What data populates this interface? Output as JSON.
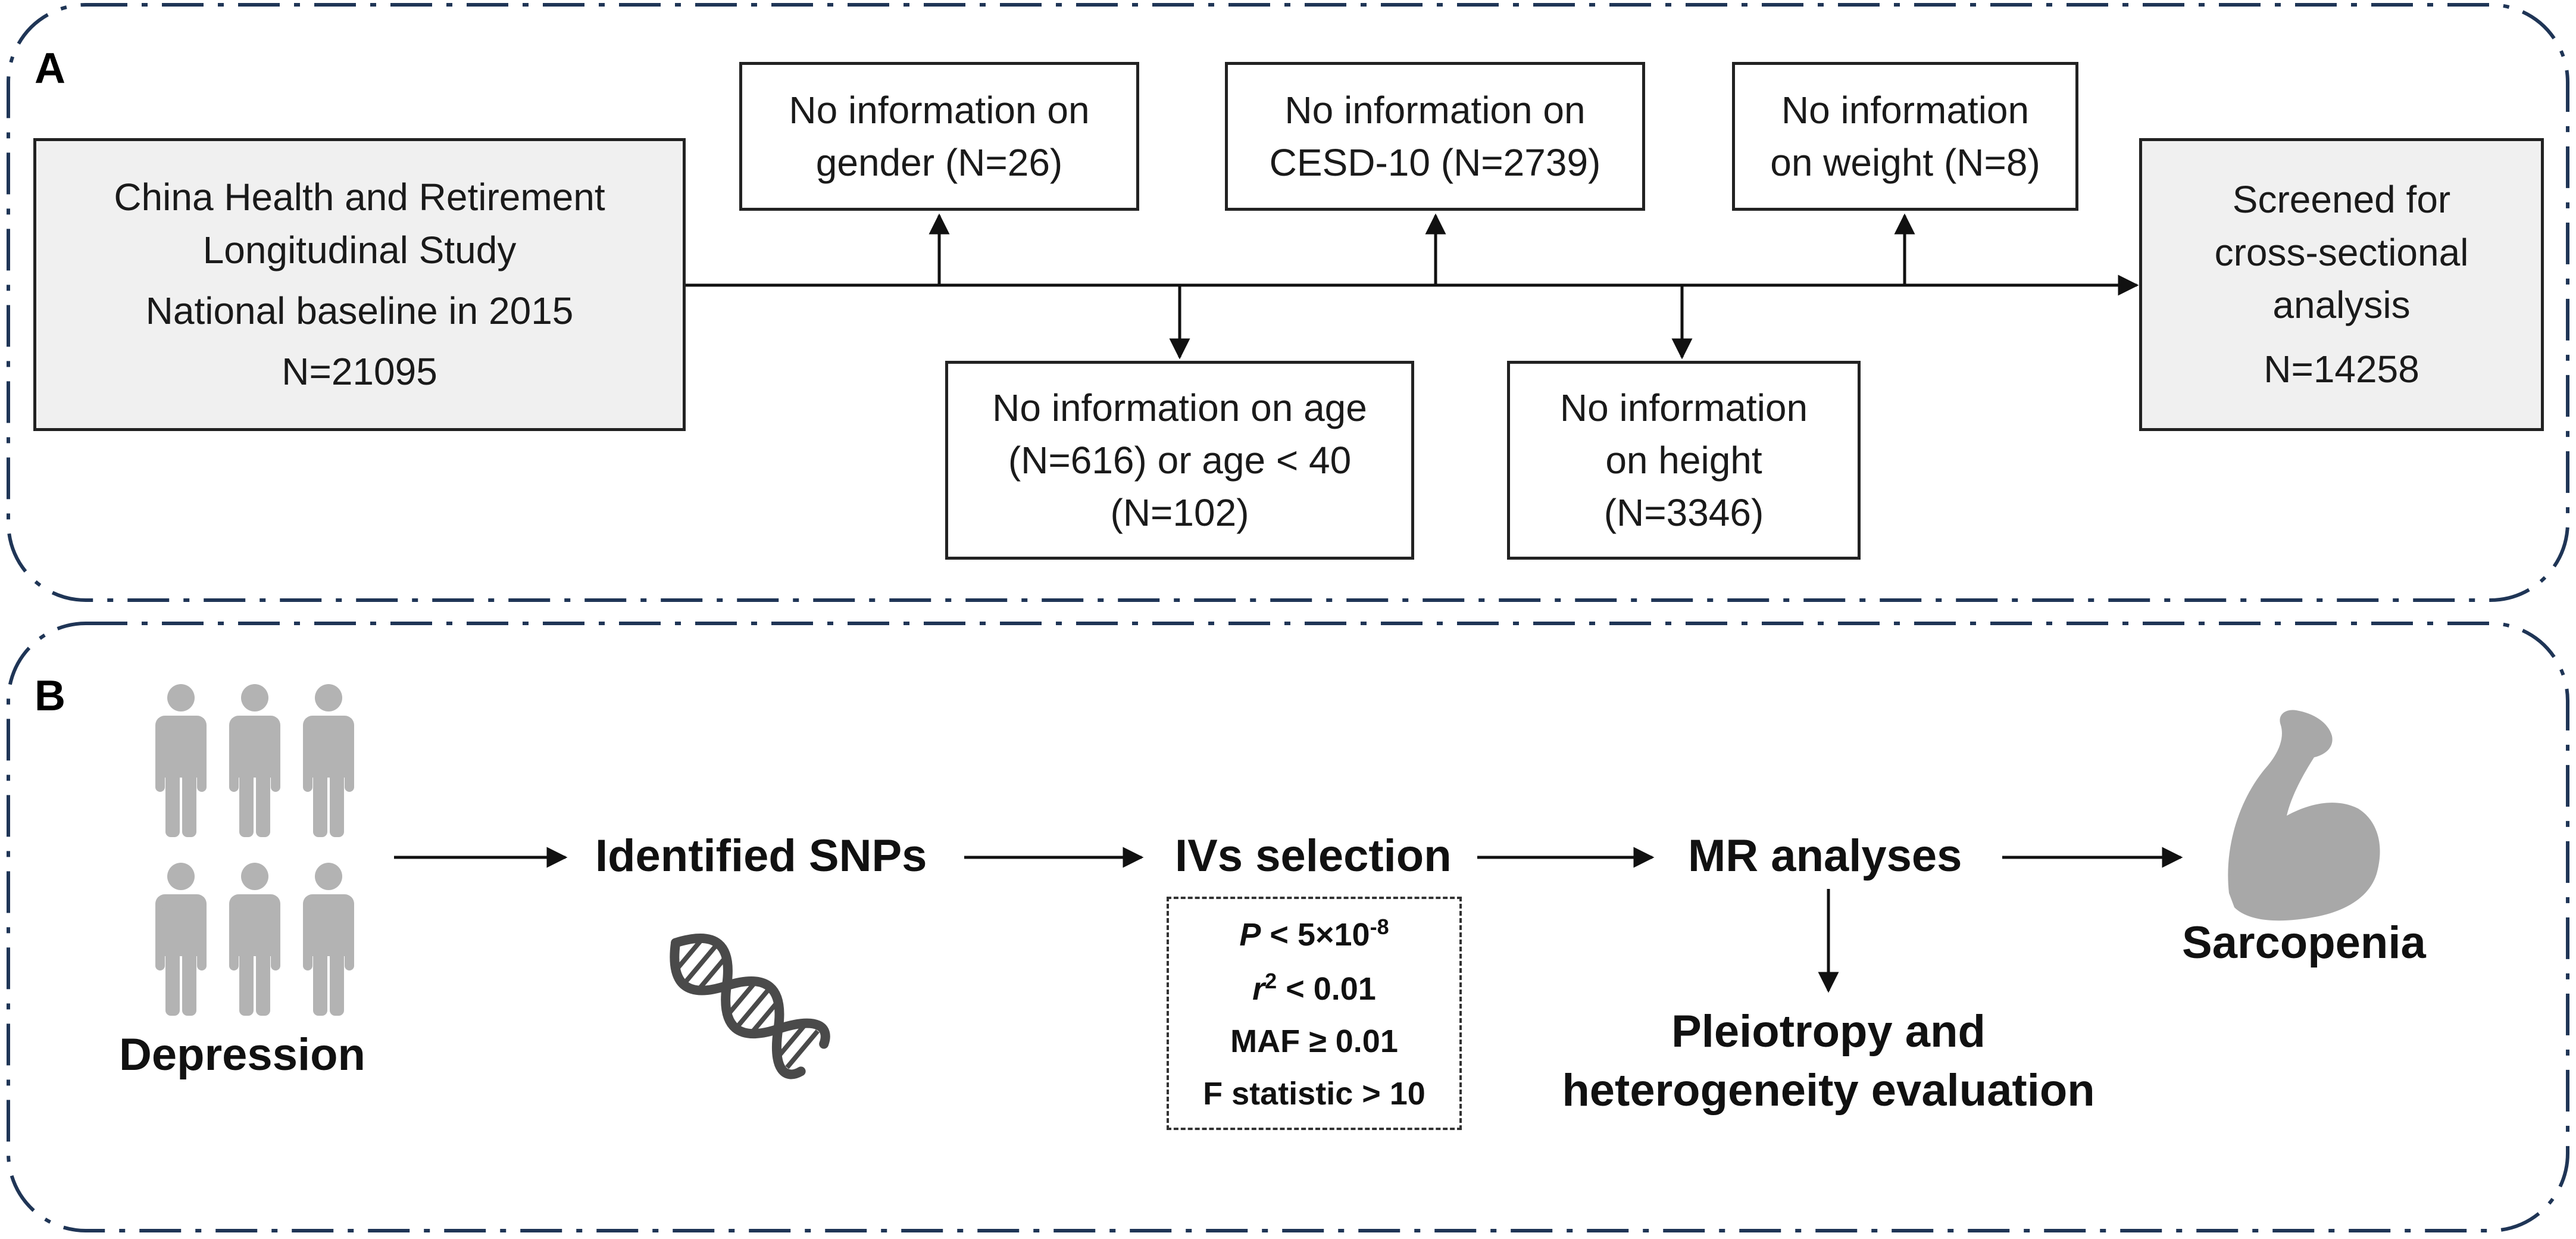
{
  "panel_a": {
    "label": "A",
    "source": {
      "line1": "China Health and Retirement",
      "line2": "Longitudinal Study",
      "line3": "National baseline in 2015",
      "line4": "N=21095"
    },
    "excl_gender": {
      "line1": "No information on",
      "line2": "gender (N=26)"
    },
    "excl_cesd": {
      "line1": "No information on",
      "line2": "CESD-10 (N=2739)"
    },
    "excl_weight": {
      "line1": "No information",
      "line2": "on weight (N=8)"
    },
    "excl_age": {
      "line1": "No information on age",
      "line2": "(N=616) or age < 40",
      "line3": "(N=102)"
    },
    "excl_height": {
      "line1": "No information",
      "line2": "on height",
      "line3": "(N=3346)"
    },
    "final": {
      "line1": "Screened for",
      "line2": "cross-sectional",
      "line3": "analysis",
      "line4": "N=14258"
    }
  },
  "panel_b": {
    "label": "B",
    "exposure": "Depression",
    "snps": "Identified SNPs",
    "iv_selection": "IVs selection",
    "criteria": {
      "p_var": "P",
      "p_rest": " < 5×10",
      "p_exp": "-8",
      "r_var": "r",
      "r_exp": "2",
      "r_rest": " < 0.01",
      "maf": "MAF ≥ 0.01",
      "f_stat": "F statistic > 10"
    },
    "mr": "MR analyses",
    "sensitivity": {
      "line1": "Pleiotropy and",
      "line2": "heterogeneity evaluation"
    },
    "outcome": "Sarcopenia"
  },
  "colors": {
    "frame": "#1f3556",
    "gray_fill": "#f0f0f0",
    "icon_gray": "#b3b3b3",
    "muscle_gray": "#a8a8a8",
    "dna_dark": "#4a4a4a"
  }
}
